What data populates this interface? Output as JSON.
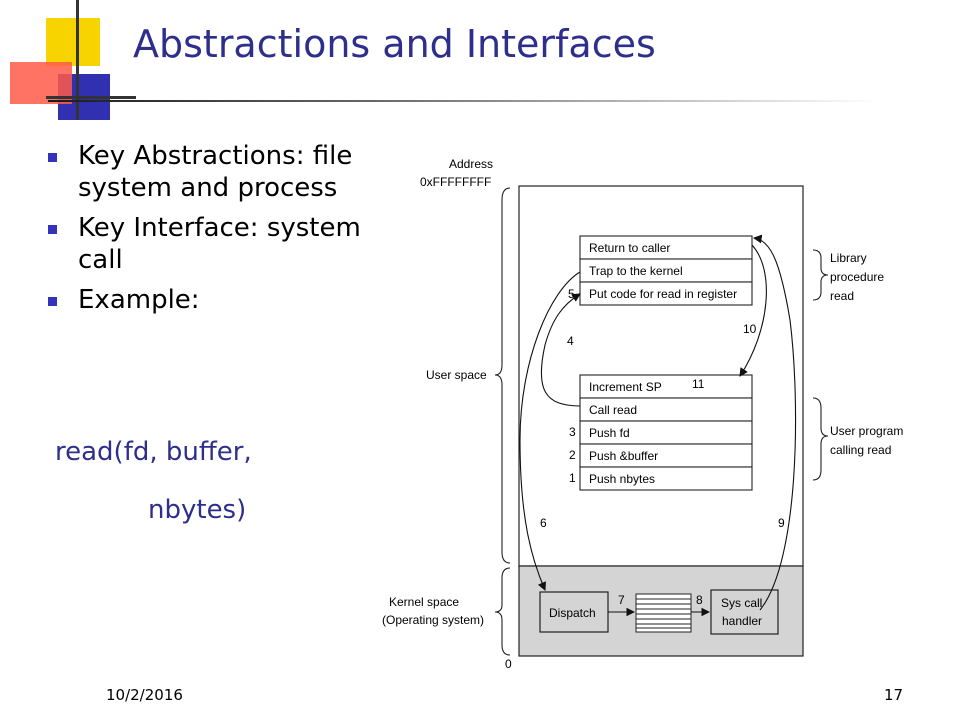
{
  "slide": {
    "title": "Abstractions and Interfaces",
    "bullets": [
      "Key Abstractions: file system and process",
      "Key Interface: system call",
      "Example:"
    ],
    "example_code": [
      "read(fd, buffer,",
      "nbytes)"
    ],
    "date": "10/2/2016",
    "page_number": "17"
  },
  "diagram": {
    "address_label": "Address",
    "address_high": "0xFFFFFFFF",
    "address_low": "0",
    "user_space": "User space",
    "kernel_space_line1": "Kernel space",
    "kernel_space_line2": "(Operating system)",
    "library_label": [
      "Library",
      "procedure",
      "read"
    ],
    "user_program_label": [
      "User program",
      "calling read"
    ],
    "library_rows": [
      "Return to caller",
      "Trap to the kernel",
      "Put code for read in register"
    ],
    "program_rows": [
      "Increment SP",
      "Call read",
      "Push fd",
      "Push &buffer",
      "Push nbytes"
    ],
    "dispatch": "Dispatch",
    "handler_line1": "Sys call",
    "handler_line2": "handler",
    "step_numbers": [
      "1",
      "2",
      "3",
      "4",
      "5",
      "6",
      "7",
      "8",
      "9",
      "10",
      "11"
    ]
  }
}
